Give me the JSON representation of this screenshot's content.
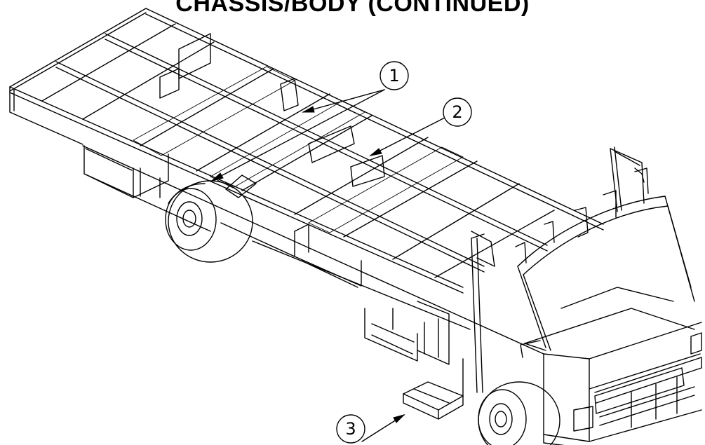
{
  "title": "CHASSIS/BODY (CONTINUED)",
  "callouts": [
    {
      "label": "1"
    },
    {
      "label": "2"
    },
    {
      "label": "3"
    }
  ],
  "colors": {
    "ink": "#000000",
    "paper": "#ffffff"
  }
}
